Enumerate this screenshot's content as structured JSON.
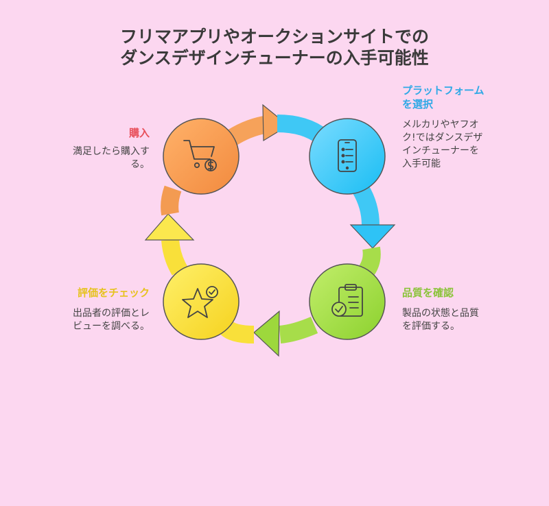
{
  "title": {
    "line1": "フリマアプリやオークションサイトでの",
    "line2": "ダンスデザインチューナーの入手可能性"
  },
  "steps": [
    {
      "label_lines": [
        "プラットフォーム",
        "を選択"
      ],
      "desc_lines": [
        "メルカリやヤフオ",
        "ク!ではダンスデザ",
        "インチューナーを",
        "入手可能"
      ],
      "icon": "smartphone-list-icon",
      "color": "#3FC3F4"
    },
    {
      "label_lines": [
        "品質を確認"
      ],
      "desc_lines": [
        "製品の状態と品質",
        "を評価する。"
      ],
      "icon": "clipboard-check-icon",
      "color": "#9BD63A"
    },
    {
      "label_lines": [
        "評価をチェック"
      ],
      "desc_lines": [
        "出品者の評価とレ",
        "ビューを調べる。"
      ],
      "icon": "star-check-icon",
      "color": "#F7DB2C"
    },
    {
      "label_lines": [
        "購入"
      ],
      "desc_lines": [
        "満足したら購入す",
        "る。"
      ],
      "icon": "cart-dollar-icon",
      "color": "#F08B45"
    }
  ],
  "label_colors": {
    "platform": "#2FA9E6",
    "quality": "#8BC33A",
    "rating": "#E6C21E",
    "purchase": "#E8505B"
  }
}
